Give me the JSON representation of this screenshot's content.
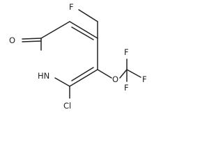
{
  "molecule": {
    "atoms": {
      "O": "O",
      "HN": "HN",
      "Cl": "Cl",
      "O_ether": "O",
      "F_methyl": "F",
      "F_top": "F",
      "F_right": "F",
      "F_bottom": "F"
    }
  },
  "colors": {
    "line": "#222222",
    "background": "#ffffff"
  }
}
